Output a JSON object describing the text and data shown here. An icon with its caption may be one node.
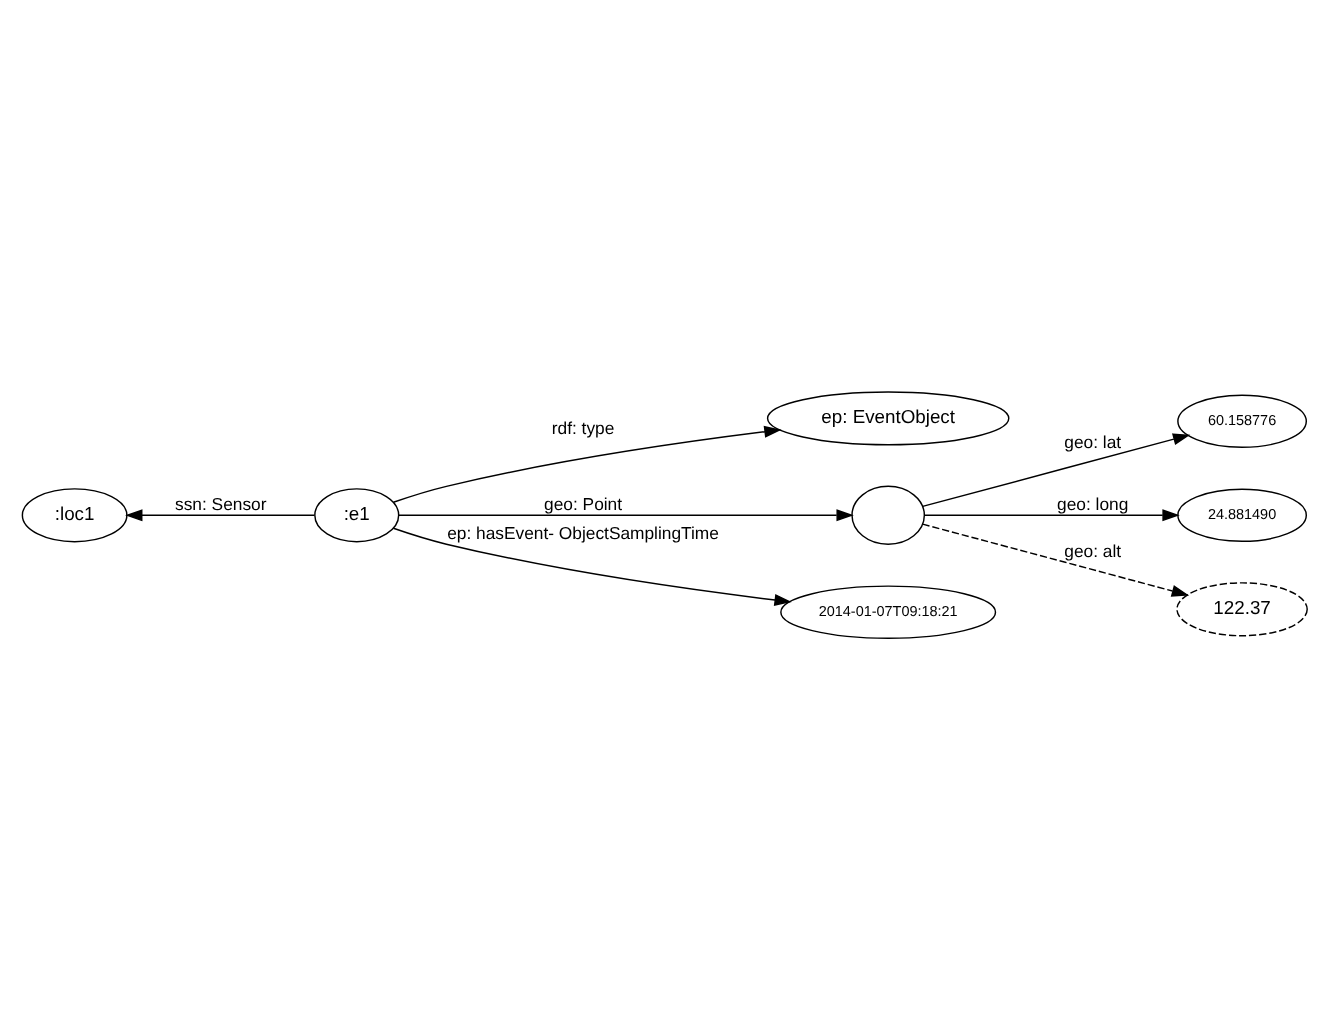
{
  "diagram": {
    "nodes": [
      {
        "text": [
          "ep: EventObject"
        ]
      },
      {
        "text": [
          ":loc1"
        ]
      },
      {
        "text": [
          ":e1"
        ]
      },
      {
        "text": [],
        "shape": "ellipse"
      },
      {
        "text": [
          "60.158776"
        ]
      },
      {
        "text": [
          "24.881490"
        ]
      },
      {
        "text": [
          "122.37"
        ]
      },
      {
        "text": [
          "2014-01-07T09:18:21"
        ]
      }
    ],
    "edges": [
      {
        "from": 2,
        "to": 0,
        "arrow": "to",
        "label": "rdf: type"
      },
      {
        "from": 2,
        "to": 1,
        "arrow": "to",
        "label": "ssn: Sensor"
      },
      {
        "from": 2,
        "to": 3,
        "arrow": "to",
        "label": "geo: Point"
      },
      {
        "from": 3,
        "to": 4,
        "arrow": "to",
        "label": "geo: lat"
      },
      {
        "from": 3,
        "to": 5,
        "arrow": "to",
        "label": "geo: long"
      },
      {
        "from": 3,
        "to": 6,
        "arrow": "to",
        "label": "geo: alt",
        "style": "dashed"
      },
      {
        "from": 2,
        "to": 7,
        "arrow": "to",
        "label": "ep: hasEvent- ObjectSamplingTime"
      }
    ]
  }
}
